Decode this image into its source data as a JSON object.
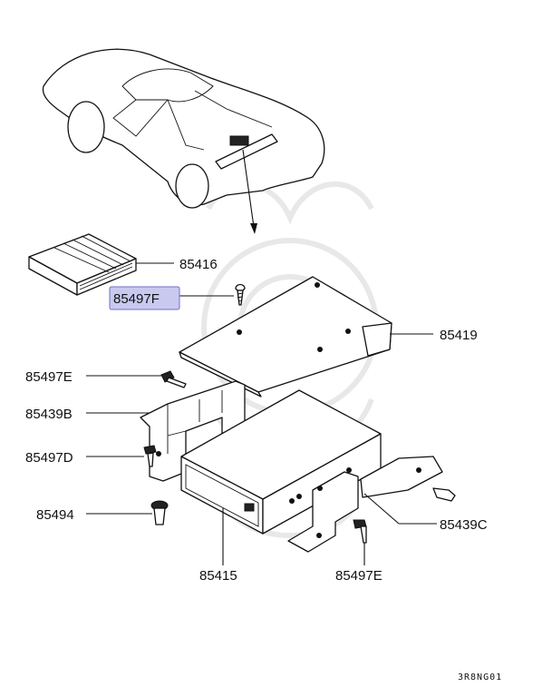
{
  "parts": {
    "p85416": "85416",
    "p85497F": "85497F",
    "p85419": "85419",
    "p85497E_left": "85497E",
    "p85439B": "85439B",
    "p85497D": "85497D",
    "p85494": "85494",
    "p85439C": "85439C",
    "p85415": "85415",
    "p85497E_bottom": "85497E"
  },
  "diagram_code": "3R8NG01",
  "colors": {
    "highlight_fill": "#c9c9f0",
    "highlight_border": "#7070c8"
  }
}
